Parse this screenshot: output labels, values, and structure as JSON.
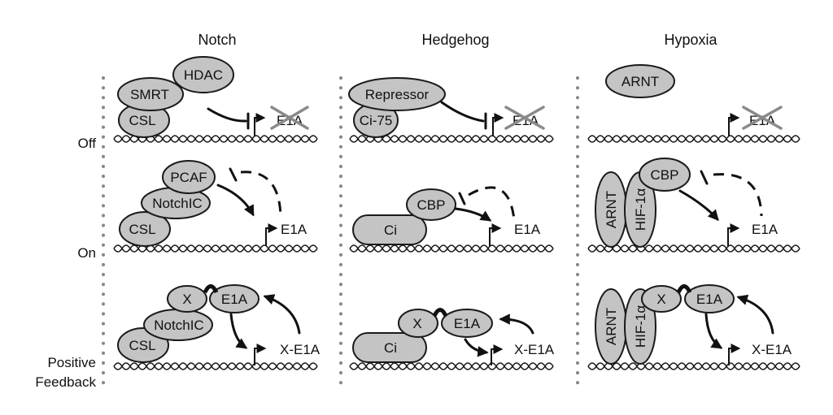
{
  "columns": {
    "notch": "Notch",
    "hedgehog": "Hedgehog",
    "hypoxia": "Hypoxia"
  },
  "rows": {
    "off": "Off",
    "on": "On",
    "positive_feedback_line1": "Positive",
    "positive_feedback_line2": "Feedback"
  },
  "labels": {
    "hdac": "HDAC",
    "smrt": "SMRT",
    "csl": "CSL",
    "pcaf": "PCAF",
    "notchic": "NotchIC",
    "x": "X",
    "e1a": "E1A",
    "x_e1a": "X-E1A",
    "repressor": "Repressor",
    "ci75": "Ci-75",
    "ci": "Ci",
    "cbp": "CBP",
    "arnt": "ARNT",
    "hif": "HIF-1α"
  },
  "colors": {
    "protein_fill": "#c4c4c4",
    "outline": "#1a1a1a",
    "cross_gray": "#8a8a8a"
  }
}
